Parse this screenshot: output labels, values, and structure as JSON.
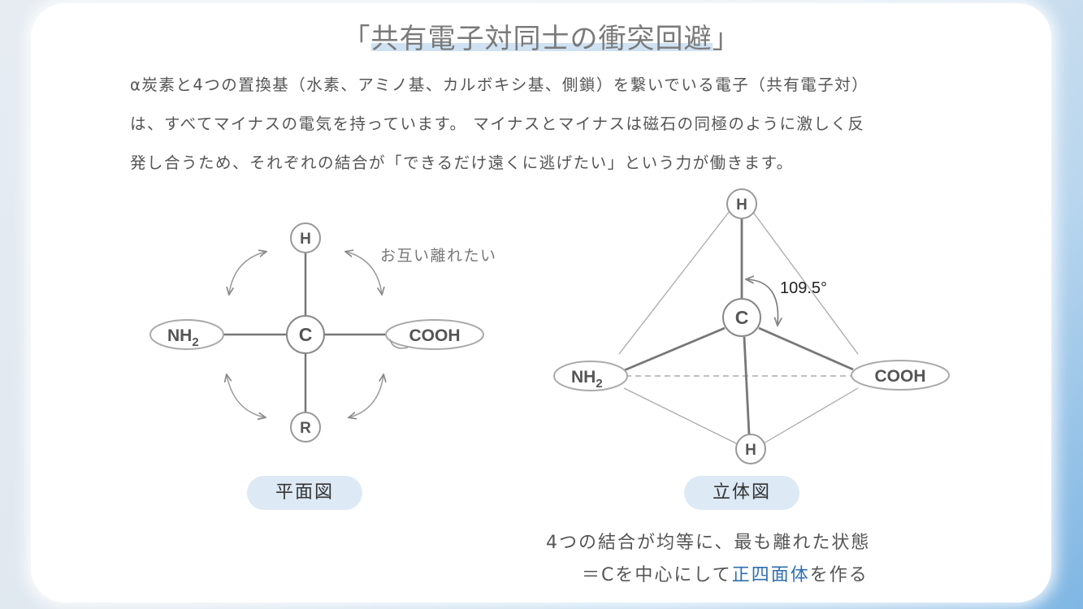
{
  "title": {
    "open_bracket": "「",
    "main": "共有電子対同士の衝突回避",
    "close_bracket": "」"
  },
  "paragraph": [
    "α炭素と4つの置換基（水素、アミノ基、カルボキシ基、側鎖）を繋いでいる電子（共有電子対）",
    "は、すべてマイナスの電気を持っています。 マイナスとマイナスは磁石の同極のように激しく反",
    "発し合うため、それぞれの結合が「できるだけ遠くに逃げたい」という力が働きます。"
  ],
  "planar": {
    "center": "C",
    "top": "H",
    "bottom": "R",
    "left_base": "NH",
    "left_sub": "2",
    "right": "COOH",
    "note": "お互い離れたい",
    "caption": "平面図"
  },
  "tetrahedral": {
    "center": "C",
    "top": "H",
    "bottom": "H",
    "left_base": "NH",
    "left_sub": "2",
    "right": "COOH",
    "angle": "109.5°",
    "caption": "立体図"
  },
  "conclusion": {
    "line1": "4つの結合が均等に、最も離れた状態",
    "line2_prefix": "＝Cを中心にして",
    "line2_highlight": "正四面体",
    "line2_suffix": "を作る"
  },
  "colors": {
    "highlight_blue": "#2f6fb0",
    "badge_bg": "#dde9f4",
    "title_underline": "#cfe2f3"
  }
}
